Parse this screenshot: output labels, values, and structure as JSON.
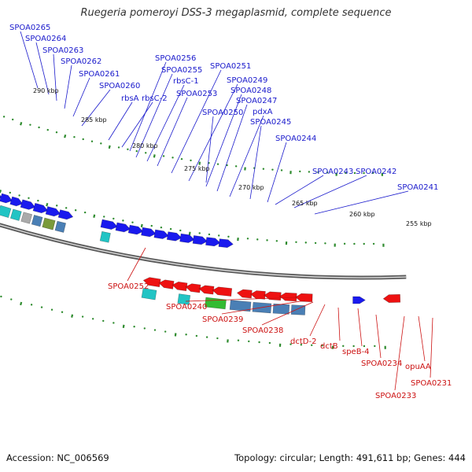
{
  "title": "Ruegeria pomeroyi DSS-3 megaplasmid, complete sequence",
  "footer": {
    "accession": "Accession: NC_006569",
    "summary": "Topology: circular; Length: 491,611 bp; Genes: 444"
  },
  "ticks": [
    "290 kbp",
    "285 kbp",
    "280 kbp",
    "275 kbp",
    "270 kbp",
    "265 kbp",
    "260 kbp",
    "255 kbp"
  ],
  "labels_top": [
    "SPOA0265",
    "SPOA0264",
    "SPOA0263",
    "SPOA0262",
    "SPOA0261",
    "SPOA0260",
    "rbsA",
    "rbsC-2",
    "SPOA0256",
    "SPOA0255",
    "rbsC-1",
    "SPOA0253",
    "SPOA0251",
    "SPOA0249",
    "SPOA0248",
    "SPOA0247",
    "SPOA0250",
    "pdxA",
    "SPOA0245",
    "SPOA0244",
    "SPOA0243",
    "SPOA0242",
    "SPOA0241"
  ],
  "labels_bottom": [
    "SPOA0252",
    "SPOA0240",
    "SPOA0239",
    "SPOA0238",
    "dctD-2",
    "dctB",
    "speB-4",
    "SPOA0234",
    "opuAA",
    "SPOA0231",
    "SPOA0233"
  ],
  "colors": {
    "forward_label": "#1a1acc",
    "reverse_label": "#cc1111",
    "forward_gene": "#1a1aee",
    "reverse_gene": "#ee1111",
    "backbone": "#8a8a8a",
    "tick_dot": "#2e8b2e",
    "cog_cyan": "#22c4c4",
    "cog_steel": "#4a7fb5",
    "cog_navy": "#1a2a80",
    "cog_green": "#33bb33",
    "cog_olive": "#7a9a3a",
    "cog_gray": "#aaaaaa",
    "cog_orange": "#ff8800"
  }
}
